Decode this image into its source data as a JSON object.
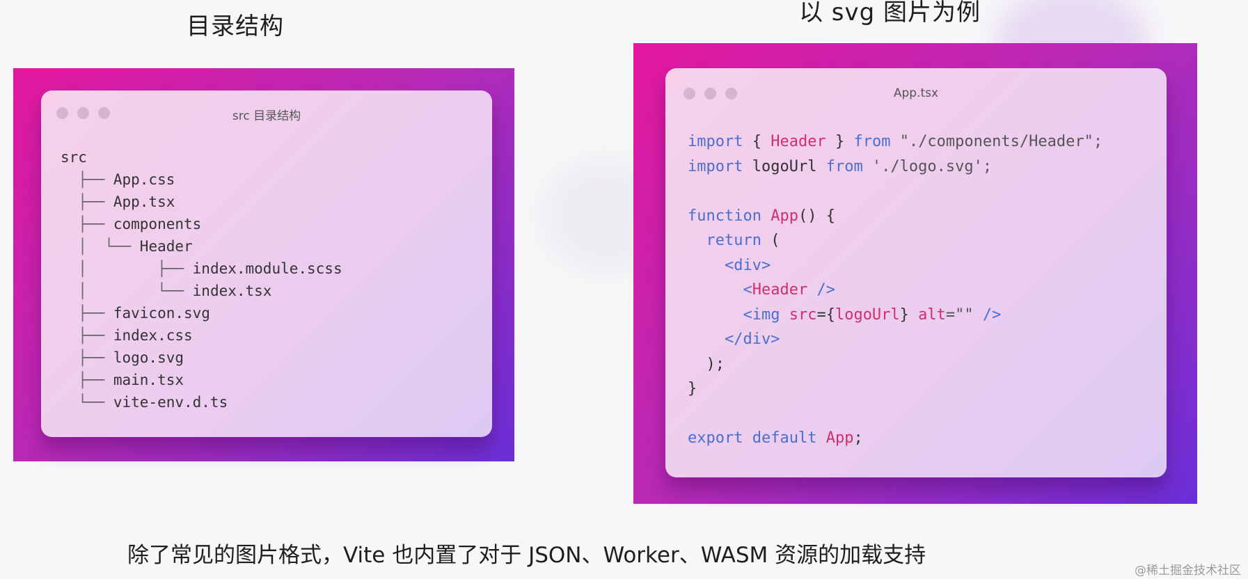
{
  "headings": {
    "left": "目录结构",
    "right": "以 svg 图片为例"
  },
  "left_window": {
    "title": "src 目录结构",
    "tree": [
      {
        "branch": "",
        "name": "src"
      },
      {
        "branch": "  ├── ",
        "name": "App.css"
      },
      {
        "branch": "  ├── ",
        "name": "App.tsx"
      },
      {
        "branch": "  ├── ",
        "name": "components"
      },
      {
        "branch": "  │  └── ",
        "name": "Header"
      },
      {
        "branch": "  │        ├── ",
        "name": "index.module.scss"
      },
      {
        "branch": "  │        └── ",
        "name": "index.tsx"
      },
      {
        "branch": "  ├── ",
        "name": "favicon.svg"
      },
      {
        "branch": "  ├── ",
        "name": "index.css"
      },
      {
        "branch": "  ├── ",
        "name": "logo.svg"
      },
      {
        "branch": "  ├── ",
        "name": "main.tsx"
      },
      {
        "branch": "  └── ",
        "name": "vite-env.d.ts"
      }
    ]
  },
  "right_window": {
    "title": "App.tsx",
    "code": [
      [
        {
          "t": "import",
          "c": "kw"
        },
        {
          "t": " { ",
          "c": "punc"
        },
        {
          "t": "Header",
          "c": "ty"
        },
        {
          "t": " } ",
          "c": "punc"
        },
        {
          "t": "from",
          "c": "kw"
        },
        {
          "t": " \"./components/Header\";",
          "c": "str"
        }
      ],
      [
        {
          "t": "import",
          "c": "kw"
        },
        {
          "t": " logoUrl ",
          "c": "punc"
        },
        {
          "t": "from",
          "c": "kw"
        },
        {
          "t": " './logo.svg';",
          "c": "str"
        }
      ],
      [],
      [
        {
          "t": "function",
          "c": "kw"
        },
        {
          "t": " ",
          "c": "punc"
        },
        {
          "t": "App",
          "c": "ty"
        },
        {
          "t": "() {",
          "c": "punc"
        }
      ],
      [
        {
          "t": "  ",
          "c": "punc"
        },
        {
          "t": "return",
          "c": "kw"
        },
        {
          "t": " (",
          "c": "punc"
        }
      ],
      [
        {
          "t": "    ",
          "c": "punc"
        },
        {
          "t": "<div>",
          "c": "tag"
        }
      ],
      [
        {
          "t": "      ",
          "c": "punc"
        },
        {
          "t": "<",
          "c": "tag"
        },
        {
          "t": "Header",
          "c": "ty"
        },
        {
          "t": " />",
          "c": "tag"
        }
      ],
      [
        {
          "t": "      ",
          "c": "punc"
        },
        {
          "t": "<img",
          "c": "tag"
        },
        {
          "t": " src",
          "c": "attr"
        },
        {
          "t": "={",
          "c": "punc"
        },
        {
          "t": "logoUrl",
          "c": "attr"
        },
        {
          "t": "} ",
          "c": "punc"
        },
        {
          "t": "alt",
          "c": "attr"
        },
        {
          "t": "=\"\" ",
          "c": "str"
        },
        {
          "t": "/>",
          "c": "tag"
        }
      ],
      [
        {
          "t": "    ",
          "c": "punc"
        },
        {
          "t": "</div>",
          "c": "tag"
        }
      ],
      [
        {
          "t": "  );",
          "c": "punc"
        }
      ],
      [
        {
          "t": "}",
          "c": "punc"
        }
      ],
      [],
      [
        {
          "t": "export",
          "c": "kw"
        },
        {
          "t": " ",
          "c": "punc"
        },
        {
          "t": "default",
          "c": "kw"
        },
        {
          "t": " ",
          "c": "punc"
        },
        {
          "t": "App",
          "c": "ty"
        },
        {
          "t": ";",
          "c": "punc"
        }
      ]
    ]
  },
  "caption": "除了常见的图片格式，Vite 也内置了对于 JSON、Worker、WASM 资源的加载支持",
  "watermark": "@稀土掘金技术社区",
  "colors": {
    "frame_gradient": [
      "#e3189f",
      "#b42bb8",
      "#6a2fd8"
    ],
    "keyword": "#4a6fcf",
    "identifier": "#d12e6e"
  }
}
